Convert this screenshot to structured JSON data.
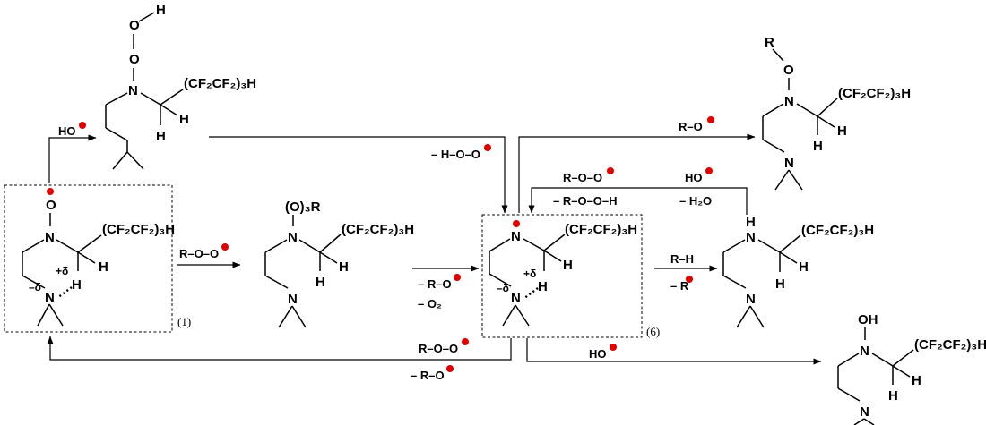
{
  "labels": {
    "hydroxyl": "HO",
    "h_o_o": "– H–O–O",
    "r_o_top": "R–O",
    "r_o_o": "R–O–O",
    "r_o_o_o_h": "– R–O–O–H",
    "ho_right": "HO",
    "minus_h2o": "– H₂O",
    "r_o_o_mid": "R–O–O",
    "minus_r_o": "– R–O",
    "minus_o2": "– O₂",
    "r_h": "R–H",
    "minus_r": "– R",
    "r_o_o_bottom": "R–O–O",
    "minus_r_o_bottom": "– R–O",
    "ho_bottom": "HO"
  },
  "compound_numbers": {
    "c1": "(1)",
    "c6": "(6)"
  },
  "chem": {
    "n": "N",
    "o": "O",
    "h": "H",
    "oh": "OH",
    "o3r": "(O)₃R",
    "r": "R",
    "cf": "(CF₂CF₂)₃H",
    "partial_plus": "+δ",
    "partial_minus": "–δ"
  },
  "colors": {
    "radical": "#e00000",
    "ink": "#000000"
  }
}
